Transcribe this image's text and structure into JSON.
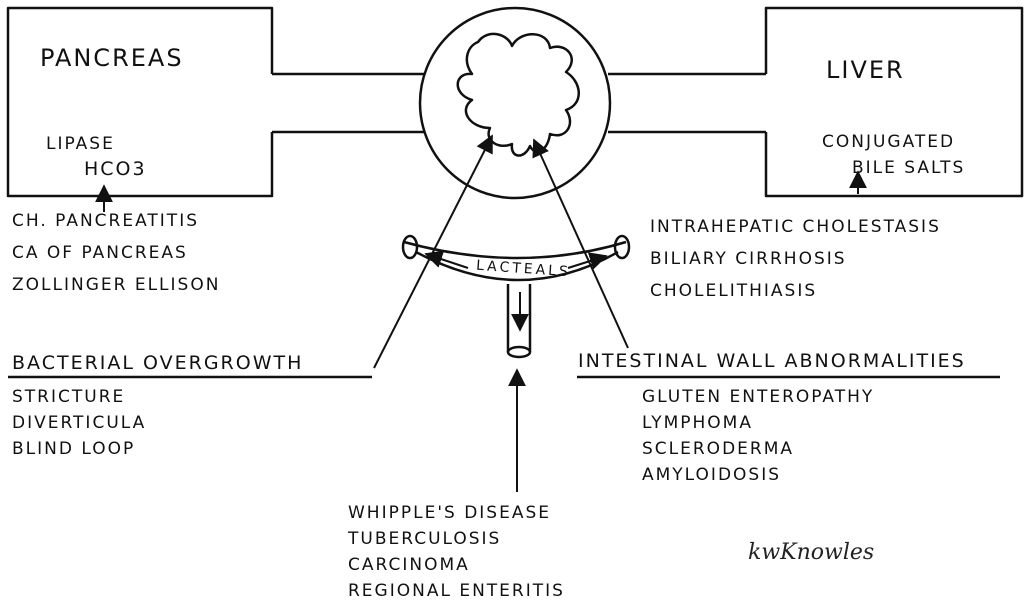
{
  "pancreas": {
    "title": "PANCREAS",
    "contents": [
      "LIPASE",
      "HCO3"
    ],
    "causes": [
      "CH. PANCREATITIS",
      "CA OF PANCREAS",
      "ZOLLINGER ELLISON"
    ]
  },
  "liver": {
    "title": "LIVER",
    "contents": [
      "CONJUGATED",
      "BILE SALTS"
    ],
    "causes": [
      "INTRAHEPATIC CHOLESTASIS",
      "BILIARY CIRRHOSIS",
      "CHOLELITHIASIS"
    ]
  },
  "lacteals": {
    "label": "LACTEALS"
  },
  "bacterial": {
    "heading": "BACTERIAL OVERGROWTH",
    "items": [
      "STRICTURE",
      "DIVERTICULA",
      "BLIND LOOP"
    ]
  },
  "intestinal": {
    "heading": "INTESTINAL WALL ABNORMALITIES",
    "items": [
      "GLUTEN ENTEROPATHY",
      "LYMPHOMA",
      "SCLERODERMA",
      "AMYLOIDOSIS"
    ]
  },
  "lymphatic": {
    "items": [
      "WHIPPLE'S DISEASE",
      "TUBERCULOSIS",
      "CARCINOMA",
      "REGIONAL ENTERITIS"
    ]
  },
  "signature": "kwKnowles"
}
